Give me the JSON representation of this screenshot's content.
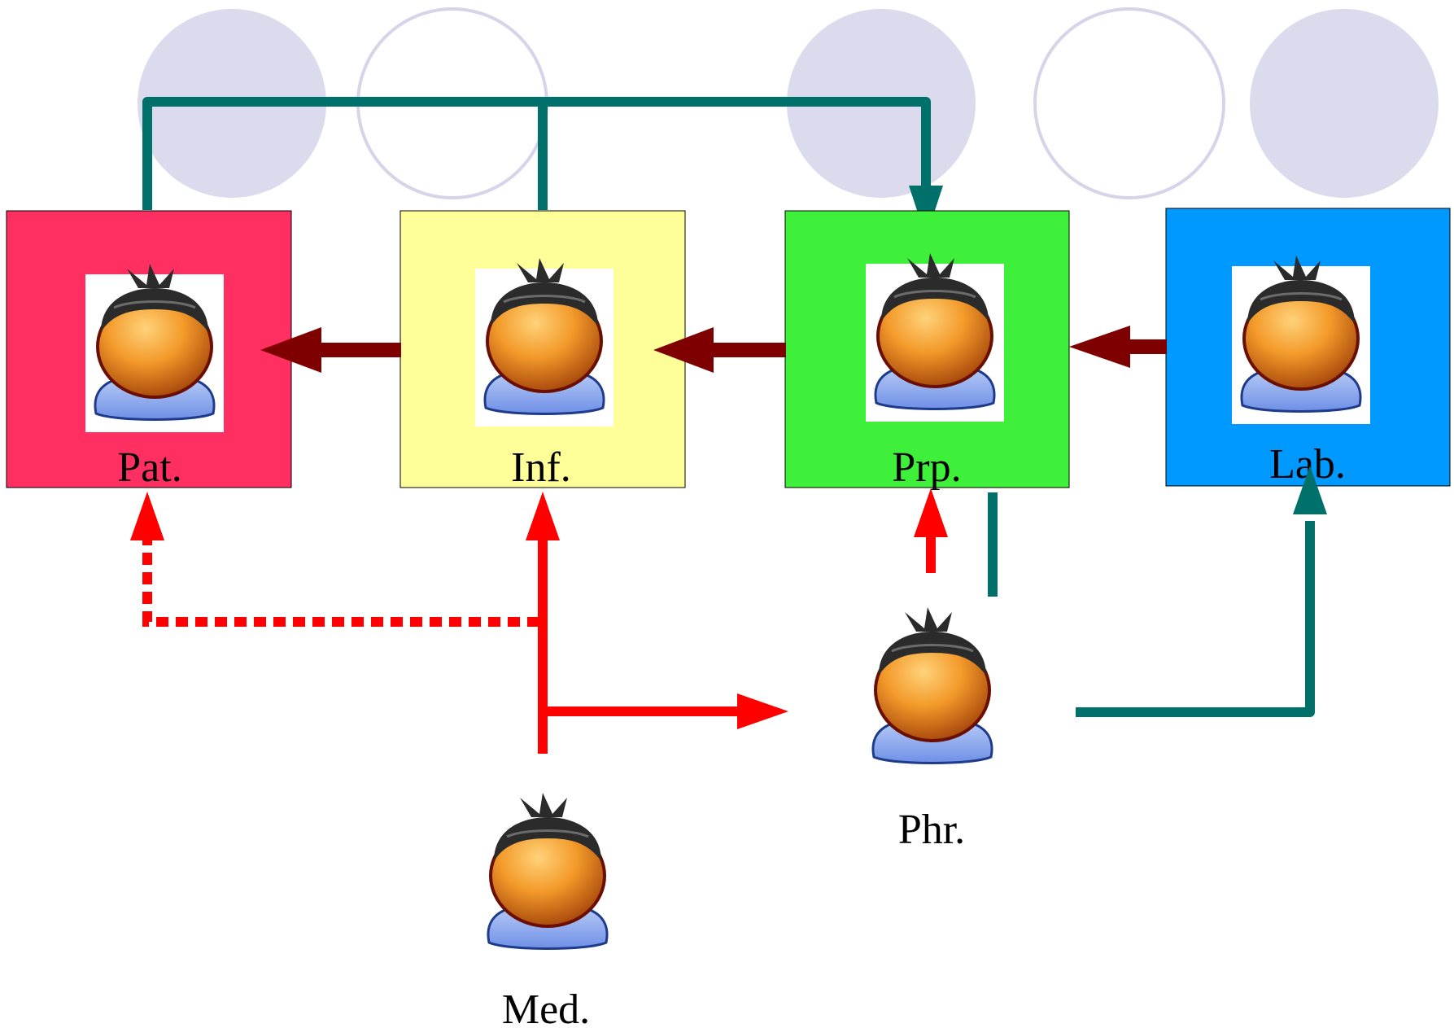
{
  "colors": {
    "bubble_fill": "#dcdaed",
    "bubble_stroke": "#d7d4ea",
    "teal": "#00706a",
    "maroon": "#7f0000",
    "red": "#ff0000",
    "pat_box": "#ff2f62",
    "inf_box": "#ffff99",
    "prp_box": "#3ff03a",
    "lab_box": "#0099ff"
  },
  "roles": {
    "pat": {
      "label": "Pat.",
      "icon": "person-avatar-icon"
    },
    "inf": {
      "label": "Inf.",
      "icon": "person-avatar-icon"
    },
    "prp": {
      "label": "Prp.",
      "icon": "person-avatar-icon"
    },
    "lab": {
      "label": "Lab.",
      "icon": "person-avatar-icon"
    },
    "phr": {
      "label": "Phr.",
      "icon": "person-avatar-icon"
    },
    "med": {
      "label": "Med.",
      "icon": "person-avatar-icon"
    }
  }
}
